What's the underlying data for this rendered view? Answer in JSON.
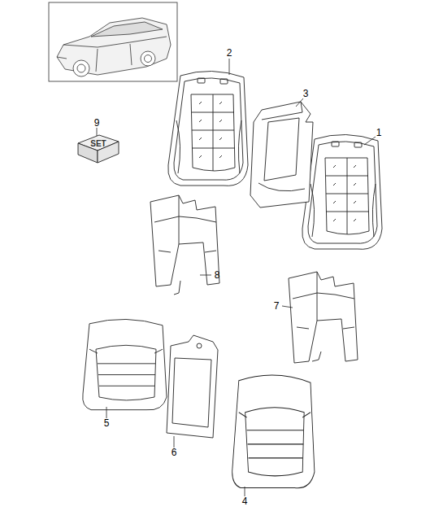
{
  "diagram": {
    "labels": [
      "2",
      "3",
      "9",
      "SET",
      "1",
      "8",
      "7",
      "5",
      "6",
      "4"
    ]
  }
}
